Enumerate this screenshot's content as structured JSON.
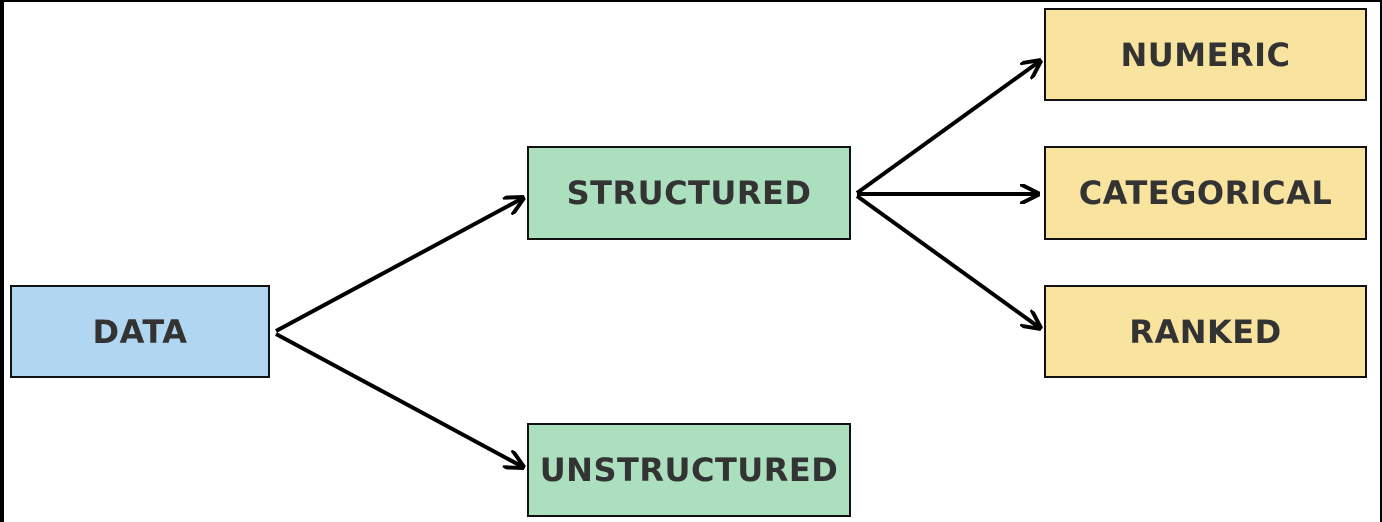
{
  "diagram": {
    "nodes": {
      "data": {
        "label": "DATA",
        "color": "#b0d6f1"
      },
      "structured": {
        "label": "STRUCTURED",
        "color": "#abdfbe"
      },
      "unstructured": {
        "label": "UNSTRUCTURED",
        "color": "#abdfbe"
      },
      "numeric": {
        "label": "NUMERIC",
        "color": "#f8e49e"
      },
      "categorical": {
        "label": "CATEGORICAL",
        "color": "#f8e49e"
      },
      "ranked": {
        "label": "RANKED",
        "color": "#f8e49e"
      }
    },
    "edges": [
      {
        "from": "data",
        "to": "structured"
      },
      {
        "from": "data",
        "to": "unstructured"
      },
      {
        "from": "structured",
        "to": "numeric"
      },
      {
        "from": "structured",
        "to": "categorical"
      },
      {
        "from": "structured",
        "to": "ranked"
      }
    ]
  }
}
